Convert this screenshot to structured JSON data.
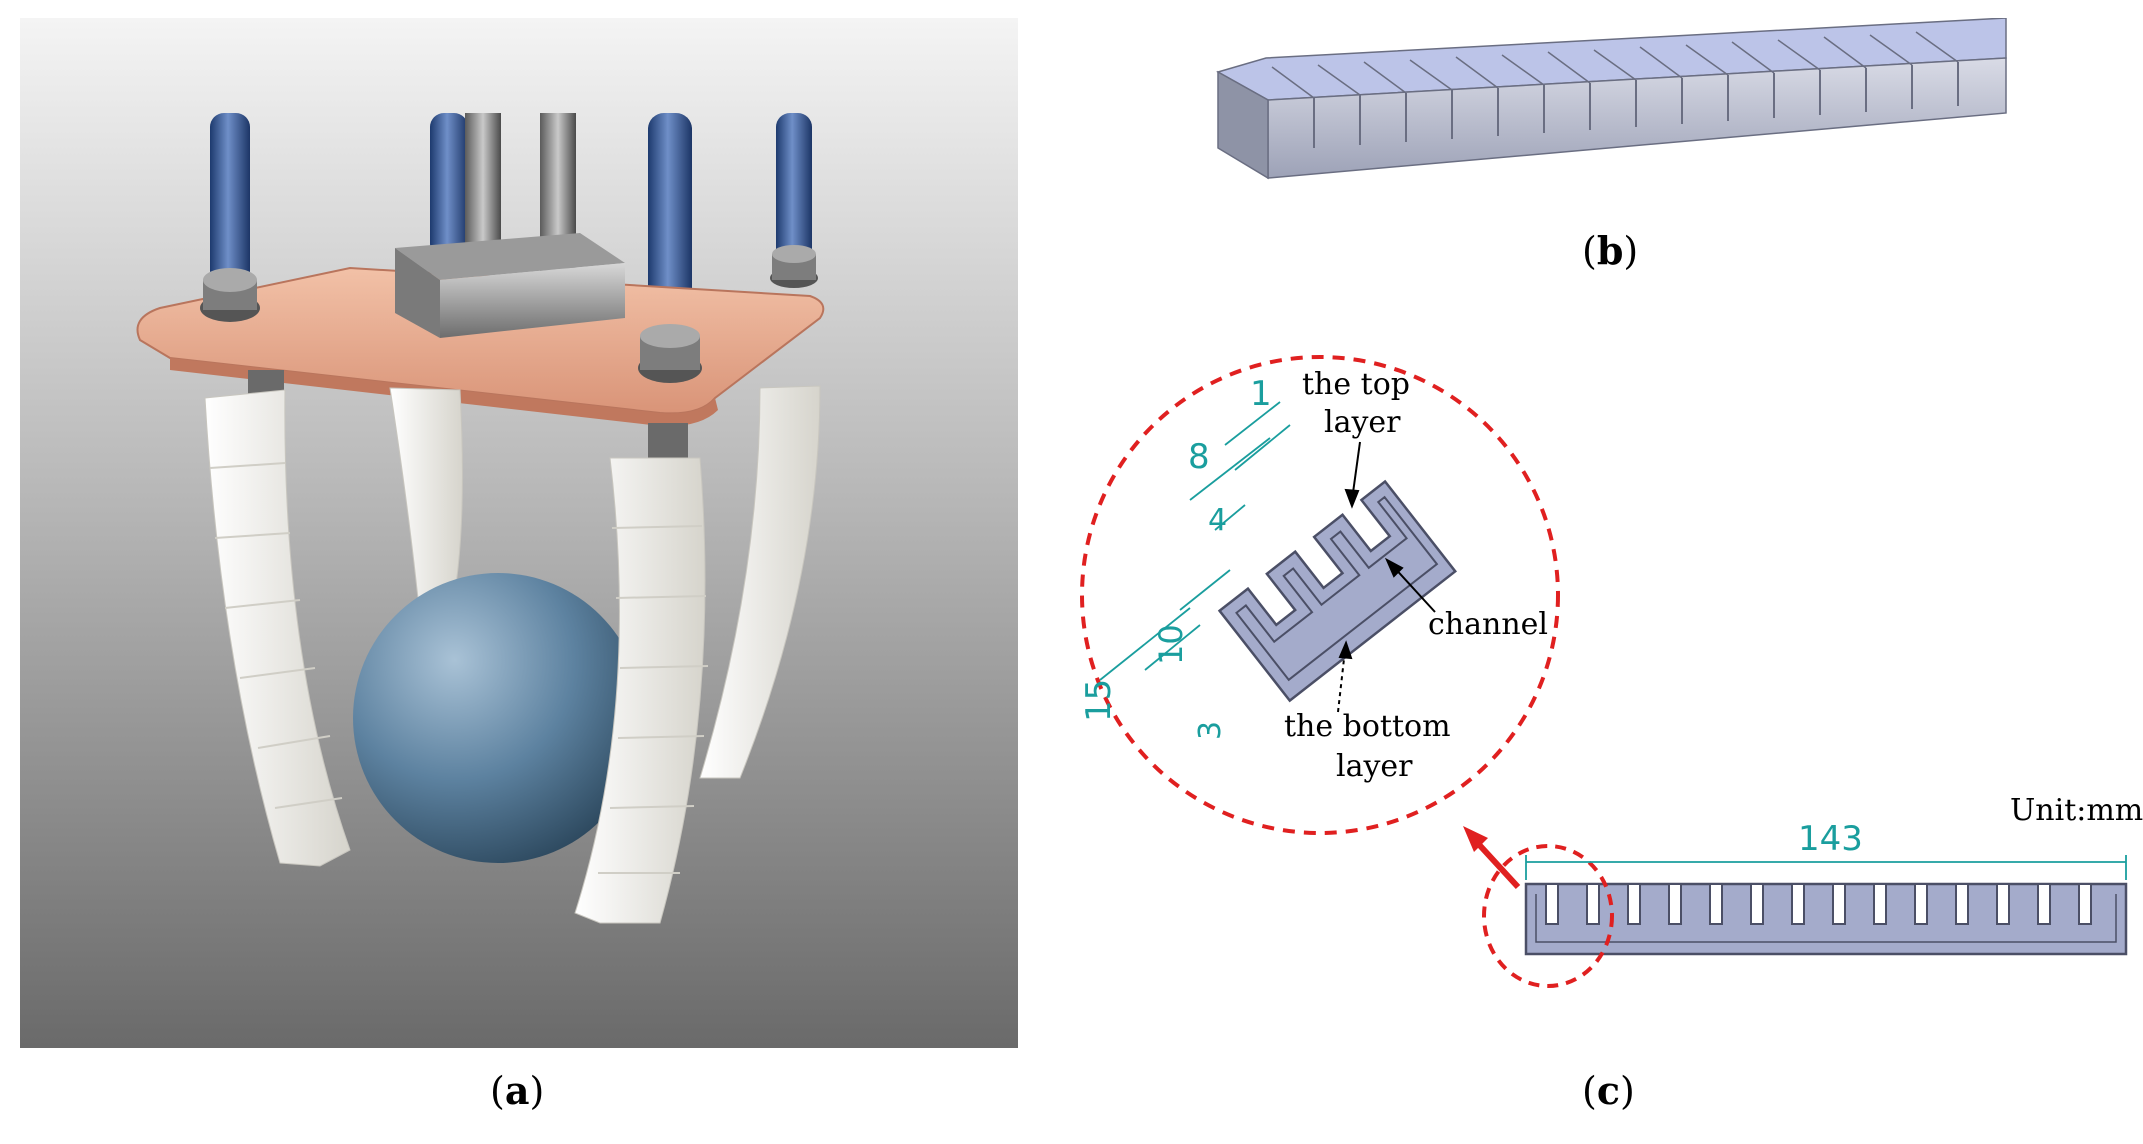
{
  "captions": {
    "a": {
      "open": "(",
      "letter": "a",
      "close": ")"
    },
    "b": {
      "open": "(",
      "letter": "b",
      "close": ")"
    },
    "c": {
      "open": "(",
      "letter": "c",
      "close": ")"
    }
  },
  "annotations": {
    "top_layer_line1": "the top",
    "top_layer_line2": "layer",
    "channel": "channel",
    "bottom_layer_line1": "the bottom",
    "bottom_layer_line2": "layer",
    "unit": "Unit:mm"
  },
  "dimensions": {
    "d1": "1",
    "d8": "8",
    "d4": "4",
    "d10": "10",
    "d15": "15",
    "d3": "3",
    "length": "143"
  },
  "colors": {
    "gripper_background_top": "#f2f2f2",
    "gripper_background_bottom": "#6e6e6e",
    "plate": "#e8a98c",
    "ball": "#5a7f9a",
    "finger": "#ecebe6",
    "part_blue": "#a9b3d6",
    "dimension": "#1a9e9e",
    "highlight_circle": "#e02020"
  }
}
